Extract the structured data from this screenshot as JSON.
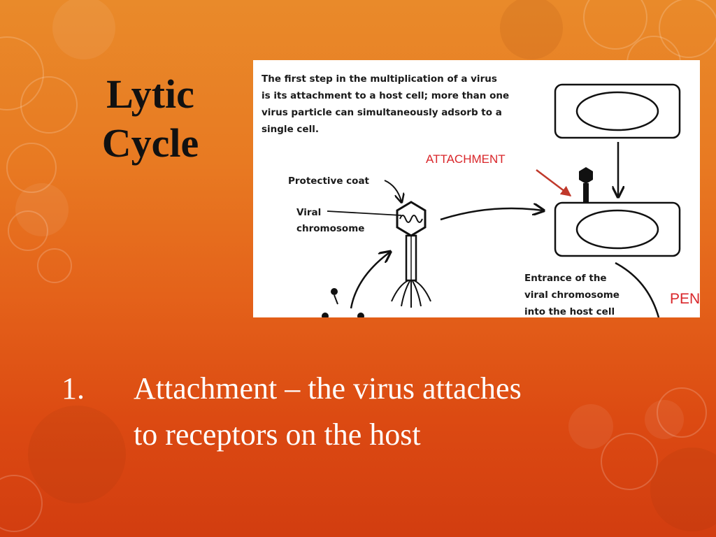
{
  "slide": {
    "title_line1": "Lytic",
    "title_line2": "Cycle",
    "background_top": "#e98a2a",
    "background_bottom": "#d23d10",
    "title_color": "#111111",
    "bullet_color": "#ffffff"
  },
  "diagram": {
    "intro_lines": [
      "The first step in the multiplication of a virus",
      "is its attachment to a host cell; more than one",
      "virus particle can simultaneously adsorb to a",
      "single cell."
    ],
    "labels": {
      "protective_coat": "Protective coat",
      "viral_line1": "Viral",
      "viral_line2": "chromosome",
      "entrance_line1": "Entrance of the",
      "entrance_line2": "viral chromosome",
      "entrance_line3": "into the host cell"
    },
    "annotation_attachment": "ATTACHMENT",
    "annotation_pen": "PEN",
    "annotation_color": "#d9262a",
    "arrow_color": "#c0392b"
  },
  "bullet": {
    "number": "1.",
    "line1": "Attachment – the virus attaches",
    "line2": "to receptors on the host"
  }
}
